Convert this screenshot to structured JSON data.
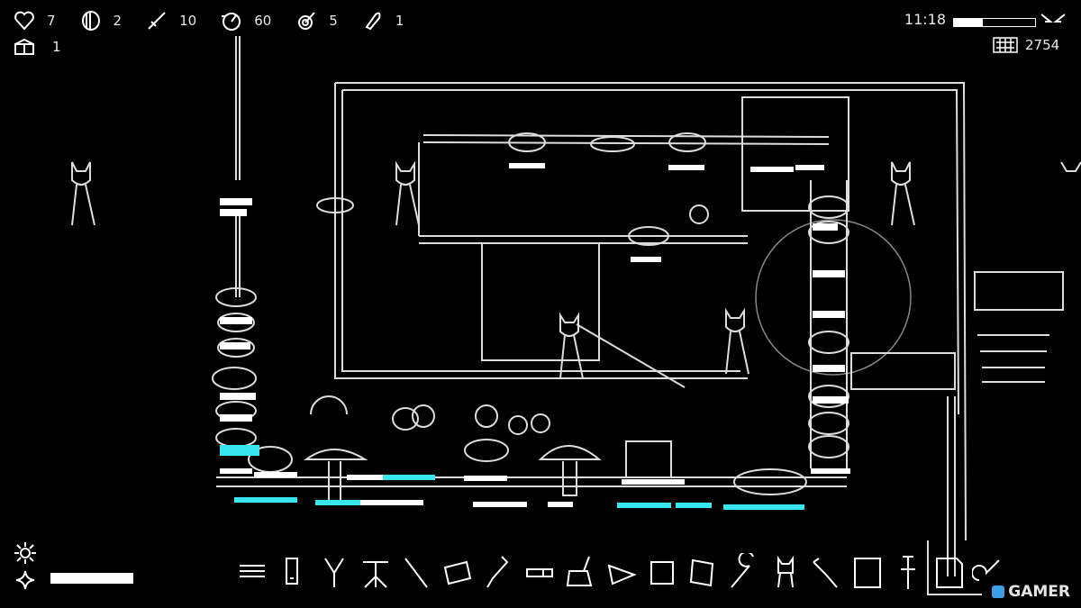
{
  "hud": {
    "stats": [
      {
        "icon": "heart-icon",
        "value": "7"
      },
      {
        "icon": "bandage-roll-icon",
        "value": "2"
      },
      {
        "icon": "sword-icon",
        "value": "10"
      },
      {
        "icon": "compass-icon",
        "value": "60"
      },
      {
        "icon": "target-icon",
        "value": "5"
      },
      {
        "icon": "bullet-icon",
        "value": "1"
      }
    ],
    "chests": {
      "icon": "treasure-chest-icon",
      "value": "1"
    },
    "clock": "11:18",
    "day_progress": 0.35,
    "money": {
      "icon": "abacus-icon",
      "value": "2754"
    }
  },
  "toolbar": {
    "selected_gauge": 1.0,
    "tools": [
      "rice-stack-icon",
      "phone-icon",
      "pliers-icon",
      "tripod-stand-icon",
      "stick-icon",
      "bread-icon",
      "whisk-icon",
      "battery-icon",
      "broom-icon",
      "cheese-icon",
      "sponge-icon",
      "dice-board-icon",
      "fork-icon",
      "cat-figure-icon",
      "boomerang-icon",
      "grid-panel-icon",
      "valve-pipe-icon",
      "paper-sheet-icon",
      "wrench-gear-icon"
    ]
  },
  "watermark": "GAMER",
  "colors": {
    "accent": "#38e6f0",
    "line": "#ffffff",
    "background": "#000000"
  }
}
